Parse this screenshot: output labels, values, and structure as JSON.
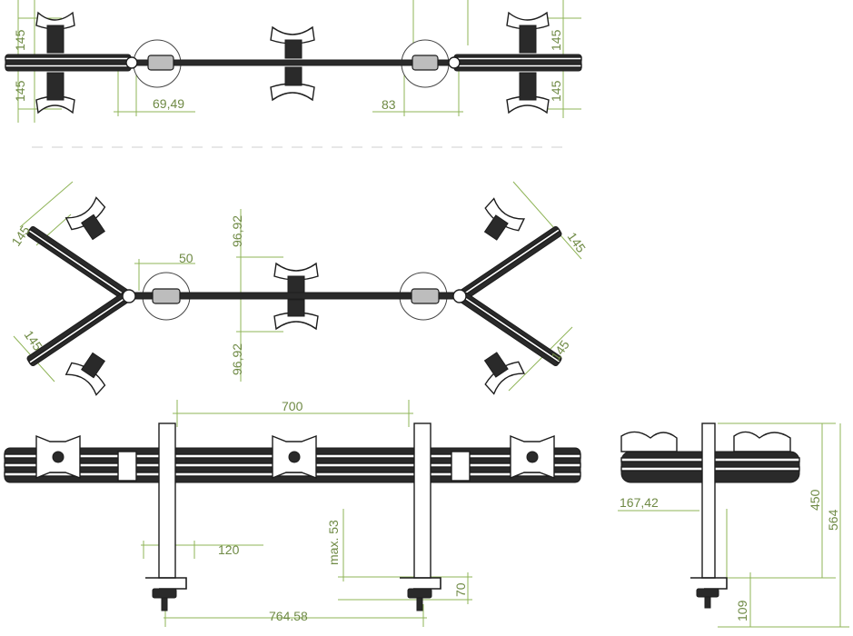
{
  "top_view": {
    "dims": {
      "left_upper_145": "145",
      "left_lower_145": "145",
      "right_upper_145": "145",
      "right_lower_145": "145",
      "left_joint_offset": "69,49",
      "right_joint_offset": "83"
    }
  },
  "angled_view": {
    "dims": {
      "upper_left_145": "145",
      "lower_left_145": "145",
      "upper_right_145": "145",
      "lower_right_145": "145",
      "arm_offset": "50",
      "center_upper": "96,92",
      "center_lower": "96,92"
    }
  },
  "front_view": {
    "dims": {
      "pole_spacing": "700",
      "pole_width": "120",
      "max_height": "max. 53",
      "clamp_height": "70",
      "overall_span": "764.58"
    }
  },
  "side_view": {
    "dims": {
      "depth": "167,42",
      "height_450": "450",
      "height_564": "564",
      "base_109": "109"
    }
  }
}
